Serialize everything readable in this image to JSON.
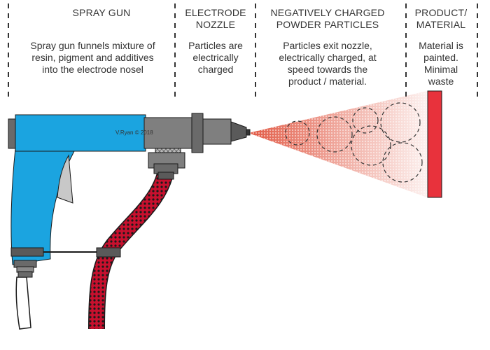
{
  "columns": [
    {
      "heading": [
        "SPRAY GUN"
      ],
      "description": [
        "Spray gun funnels mixture of",
        "resin, pigment and additives",
        "into the electrode nosel"
      ]
    },
    {
      "heading": [
        "ELECTRODE",
        "NOZZLE"
      ],
      "description": [
        "Particles are",
        "electrically",
        "charged"
      ]
    },
    {
      "heading": [
        "NEGATIVELY CHARGED",
        "POWDER PARTICLES"
      ],
      "description": [
        "Particles exit nozzle,",
        "electrically charged, at",
        "speed towards the",
        "product / material."
      ]
    },
    {
      "heading": [
        "PRODUCT/",
        "MATERIAL"
      ],
      "description": [
        "Material is",
        "painted.",
        "Minimal",
        "waste"
      ]
    }
  ],
  "credit": "V.Ryan © 2018",
  "colors": {
    "gun_body": "#1ba4e0",
    "nozzle": "#7f7f7f",
    "nozzle_dark": "#5a5a5a",
    "hose": "#c8102e",
    "spray": "#e0503a",
    "product": "#e8323c",
    "dashed_line": "#333333"
  },
  "icons": {
    "spray_gun": "spray-gun-illustration",
    "powder_cloud": "charged-particle-cloud",
    "product_panel": "product-panel"
  }
}
